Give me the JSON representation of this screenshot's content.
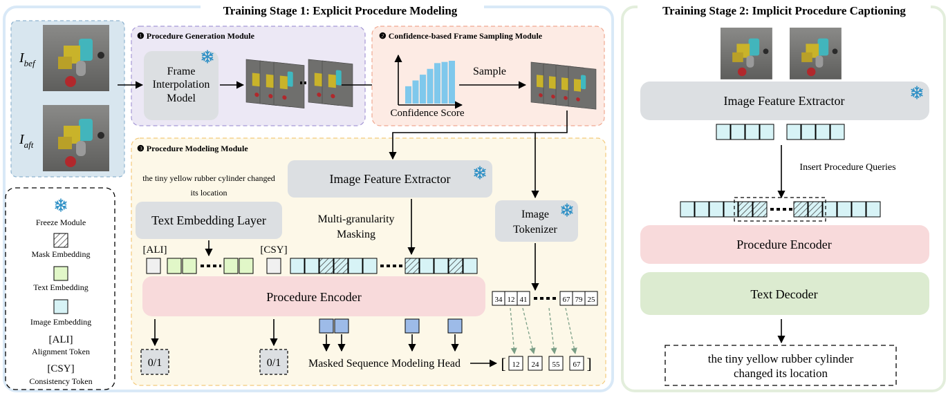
{
  "stage1": {
    "title": "Training Stage 1: Explicit Procedure Modeling",
    "inputs": {
      "before_label": "I",
      "before_sub": "bef",
      "after_label": "I",
      "after_sub": "aft"
    },
    "module1": {
      "number": "❶",
      "title": "Procedure Generation Module",
      "model_line1": "Frame",
      "model_line2": "Interpolation",
      "model_line3": "Model"
    },
    "module2": {
      "number": "❷",
      "title": "Confidence-based Frame Sampling Module",
      "xlabel": "Confidence Score",
      "sample_label": "Sample"
    },
    "module3": {
      "number": "❸",
      "title": "Procedure Modeling Module",
      "caption_line1": "the tiny yellow rubber cylinder changed",
      "caption_line2": "its location",
      "text_embed_layer": "Text Embedding Layer",
      "image_feature_extractor": "Image Feature Extractor",
      "masking_line1": "Multi-granularity",
      "masking_line2": "Masking",
      "tokenizer_line1": "Image",
      "tokenizer_line2": "Tokenizer",
      "ali_token": "[ALI]",
      "csy_token": "[CSY]",
      "procedure_encoder": "Procedure Encoder",
      "token_ids": [
        "34",
        "12",
        "41",
        "67",
        "79",
        "25"
      ],
      "output_ali": "0/1",
      "output_csy": "0/1",
      "mlm_head": "Masked Sequence Modeling Head",
      "predicted_ids": [
        "12",
        "24",
        "55",
        "67"
      ],
      "bracket_open": "[",
      "bracket_close": "]"
    }
  },
  "legend": {
    "freeze": "Freeze Module",
    "mask": "Mask Embedding",
    "text": "Text Embedding",
    "image": "Image Embedding",
    "ali": "[ALI]",
    "ali_desc": "Alignment Token",
    "csy": "[CSY]",
    "csy_desc": "Consistency Token"
  },
  "stage2": {
    "title": "Training Stage 2: Implicit Procedure Captioning",
    "image_feature_extractor": "Image Feature Extractor",
    "insert_queries": "Insert Procedure Queries",
    "procedure_encoder": "Procedure Encoder",
    "text_decoder": "Text Decoder",
    "output_line1": "the tiny yellow rubber cylinder",
    "output_line2": "changed its location"
  },
  "chart_data": {
    "type": "bar",
    "title": "",
    "xlabel": "Confidence Score",
    "ylabel": "",
    "values": [
      3,
      4,
      5,
      6,
      7,
      7.2,
      7.4
    ],
    "ylim": [
      0,
      10
    ]
  },
  "colors": {
    "stage_border": "#d9e9f7",
    "stage2_border": "#e3eedc",
    "input_bg": "#d8e6ef",
    "module1_bg": "#ece8f5",
    "module1_border": "#a597d6",
    "module2_bg": "#fdebe4",
    "module2_border": "#f0a890",
    "module3_bg": "#fdf8e8",
    "module3_border": "#f3c97a",
    "grey_block": "#dcdfe2",
    "encoder_pink": "#f8dadb",
    "decoder_green": "#dcebd0",
    "image_embed": "#d7f3f6",
    "text_embed": "#e1f7c8",
    "head_blue": "#9dbbe8",
    "bar_blue": "#7fc8ec",
    "snow_blue": "#2d8fc5",
    "arrow_green": "#7a9e86"
  }
}
